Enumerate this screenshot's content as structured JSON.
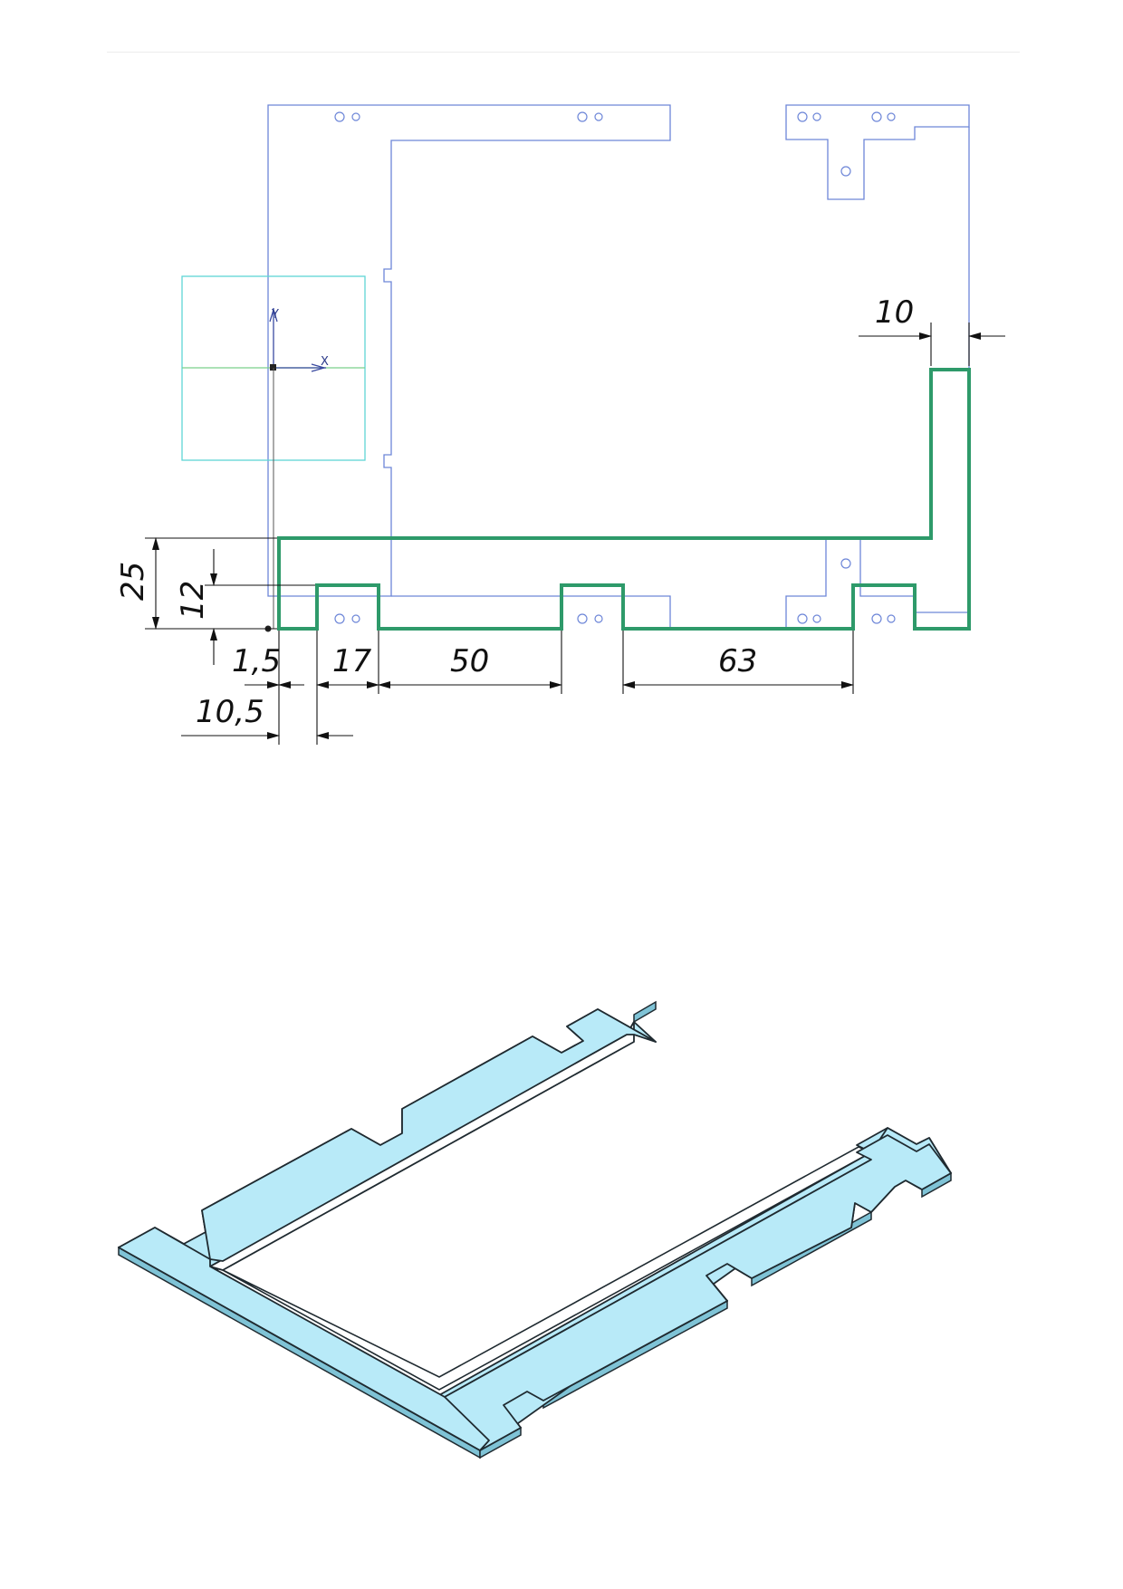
{
  "drawing": {
    "axis_x_label": "X",
    "axis_y_label": "Y",
    "dimensions": {
      "d10": "10",
      "d25": "25",
      "d12": "12",
      "d1_5": "1,5",
      "d17": "17",
      "d50": "50",
      "d63": "63",
      "d10_5": "10,5"
    },
    "colors": {
      "outline": "#6d86d8",
      "sketch": "#2e9a6a",
      "cursor_box": "#5fd6d6",
      "iso_fill": "#b8eaf8",
      "iso_edge": "#1f2a30"
    }
  }
}
